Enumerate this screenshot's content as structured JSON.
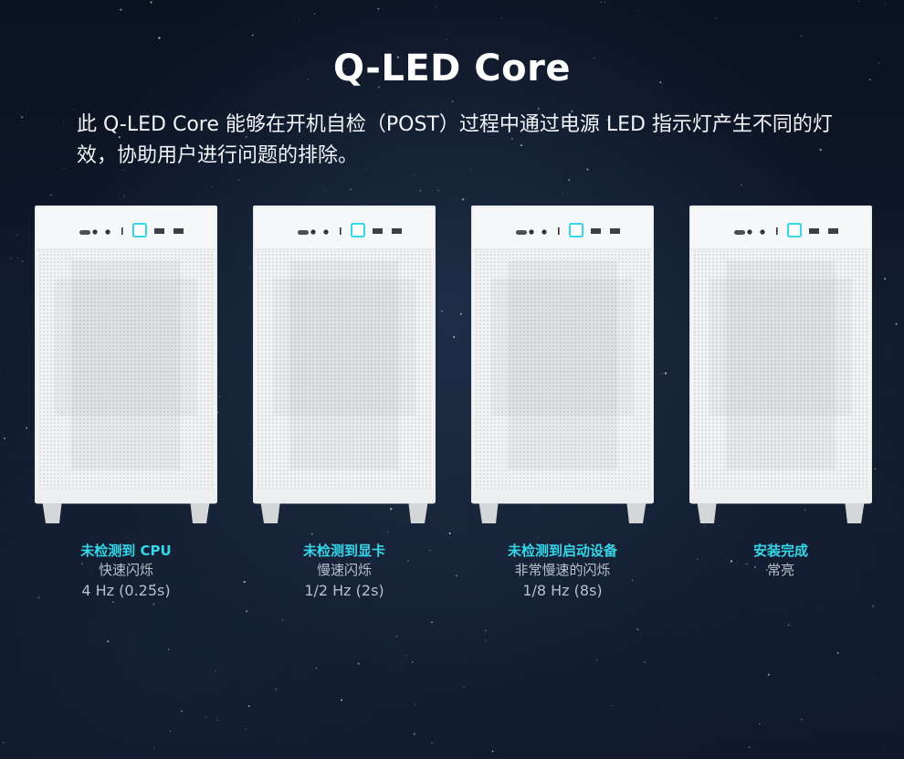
{
  "header": {
    "title": "Q-LED Core",
    "description": "此 Q-LED Core 能够在开机自检（POST）过程中通过电源 LED 指示灯产生不同的灯效，协助用户进行问题的排除。"
  },
  "colors": {
    "accent": "#35d6e8",
    "secondary_text": "#b9c0cb",
    "background": "#0f1828",
    "case_body": "#f1f2f3"
  },
  "cases": [
    {
      "status": "未检测到 CPU",
      "pattern": "快速闪烁",
      "frequency": "4 Hz (0.25s)"
    },
    {
      "status": "未检测到显卡",
      "pattern": "慢速闪烁",
      "frequency": "1/2 Hz (2s)"
    },
    {
      "status": "未检测到启动设备",
      "pattern": "非常慢速的闪烁",
      "frequency": "1/8 Hz (8s)"
    },
    {
      "status": "安装完成",
      "pattern": "常亮",
      "frequency": ""
    }
  ]
}
